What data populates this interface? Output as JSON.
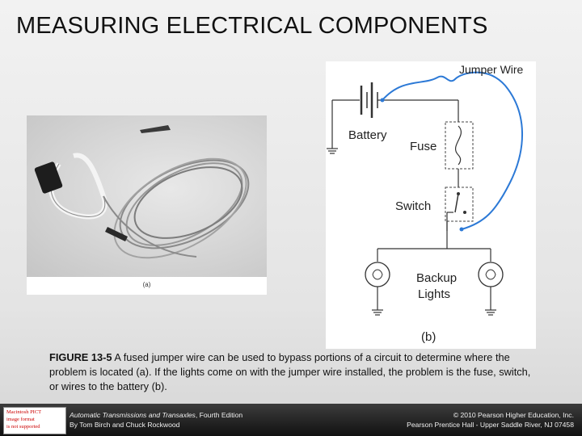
{
  "title": "MEASURING ELECTRICAL COMPONENTS",
  "photo": {
    "label": "(a)"
  },
  "diagram": {
    "label": "(b)",
    "jumper_wire": "Jumper Wire",
    "battery": "Battery",
    "fuse": "Fuse",
    "switch": "Switch",
    "backup_line1": "Backup",
    "backup_line2": "Lights"
  },
  "caption": {
    "figure": "FIGURE 13-5",
    "text": " A fused jumper wire can be used to bypass portions of a circuit to determine where the problem is located (a). If the lights come on with the jumper wire installed, the problem is the fuse, switch, or wires to the battery (b)."
  },
  "footer": {
    "logo_line1": "Macintosh PICT",
    "logo_line2": "image format",
    "logo_line3": "is not supported",
    "book_title": "Automatic Transmissions and Transaxles",
    "edition": ", Fourth Edition",
    "authors": "By Tom Birch and Chuck Rockwood",
    "copyright": "© 2010 Pearson Higher Education, Inc.",
    "publisher": "Pearson Prentice Hall - Upper Saddle River, NJ 07458"
  },
  "colors": {
    "jumper_wire": "#2c79d6",
    "footer_bg": "#1a1a1a"
  }
}
